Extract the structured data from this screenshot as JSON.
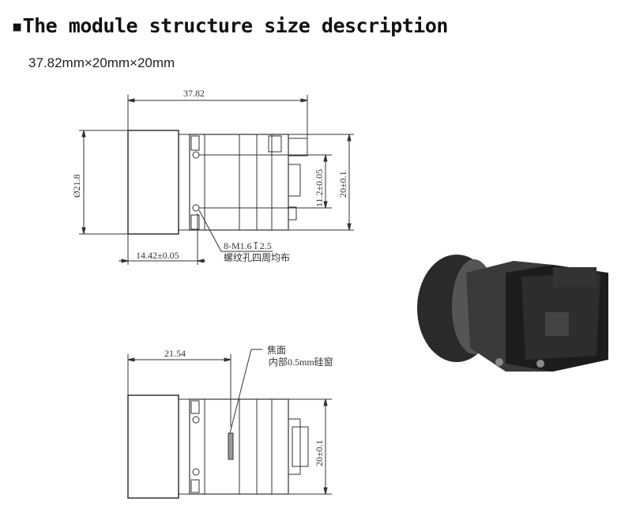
{
  "heading": {
    "bullet": "▪",
    "title": "The module structure size description"
  },
  "dimensions_summary": "37.82mm×20mm×20mm",
  "top_view": {
    "length": "37.82",
    "diameter": "Ø21.8",
    "hole_spacing": "11.2±0.05",
    "height": "20±0.1",
    "lens_offset": "14.42±0.05",
    "screw_note": "8-M1.6↧2.5",
    "screw_note_cn": "螺纹孔四周均布"
  },
  "bottom_view": {
    "focal_distance": "21.54",
    "height": "20±0.1",
    "focal_label": "焦面",
    "window_label": "内部0.5mm硅窗"
  }
}
